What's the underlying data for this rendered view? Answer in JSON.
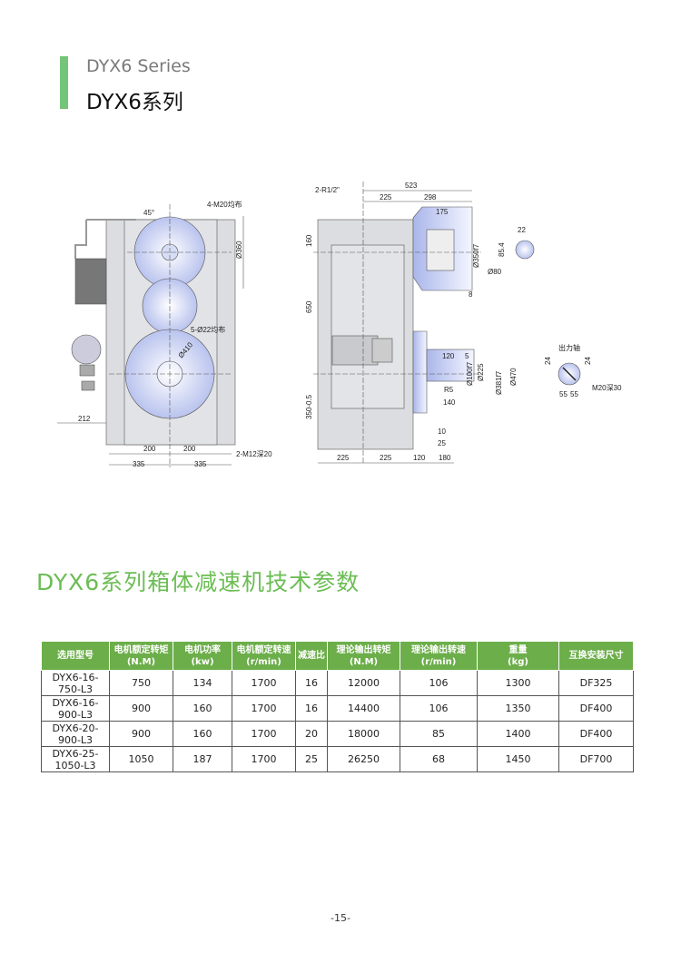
{
  "header": {
    "subtitle": "DYX6 Series",
    "title": "DYX6系列"
  },
  "drawing": {
    "front_labels": [
      "45°",
      "4-M20均布",
      "Ø360",
      "5-Ø22均布",
      "Ø410",
      "212",
      "200",
      "200",
      "335",
      "335",
      "2-M12深20"
    ],
    "side_labels": [
      "2-R1/2\"",
      "523",
      "225",
      "298",
      "175",
      "160",
      "650",
      "350-0.5",
      "Ø350f7",
      "8",
      "120",
      "5",
      "Ø100f7",
      "Ø225",
      "Ø381f7",
      "Ø470",
      "R5",
      "140",
      "10",
      "25",
      "225",
      "225",
      "120",
      "180"
    ],
    "key_labels": [
      "22",
      "85.4",
      "Ø80"
    ],
    "output_shaft": {
      "title": "出力轴",
      "labels": [
        "24",
        "24",
        "55",
        "55",
        "M20深30"
      ]
    }
  },
  "section_title": "DYX6系列箱体减速机技术参数",
  "table": {
    "headers": [
      [
        "选用型号",
        ""
      ],
      [
        "电机额定转矩",
        "(N.M)"
      ],
      [
        "电机功率",
        "(kw)"
      ],
      [
        "电机额定转速",
        "(r/min)"
      ],
      [
        "减速比",
        ""
      ],
      [
        "理论输出转矩",
        "(N.M)"
      ],
      [
        "理论输出转速",
        "(r/min)"
      ],
      [
        "重量",
        "(kg)"
      ],
      [
        "互换安装尺寸",
        ""
      ]
    ],
    "rows": [
      [
        "DYX6-16-750-L3",
        "750",
        "134",
        "1700",
        "16",
        "12000",
        "106",
        "1300",
        "DF325"
      ],
      [
        "DYX6-16-900-L3",
        "900",
        "160",
        "1700",
        "16",
        "14400",
        "106",
        "1350",
        "DF400"
      ],
      [
        "DYX6-20-900-L3",
        "900",
        "160",
        "1700",
        "20",
        "18000",
        "85",
        "1400",
        "DF400"
      ],
      [
        "DYX6-25-1050-L3",
        "1050",
        "187",
        "1700",
        "25",
        "26250",
        "68",
        "1450",
        "DF700"
      ]
    ]
  },
  "footer": {
    "page": "-15-"
  }
}
